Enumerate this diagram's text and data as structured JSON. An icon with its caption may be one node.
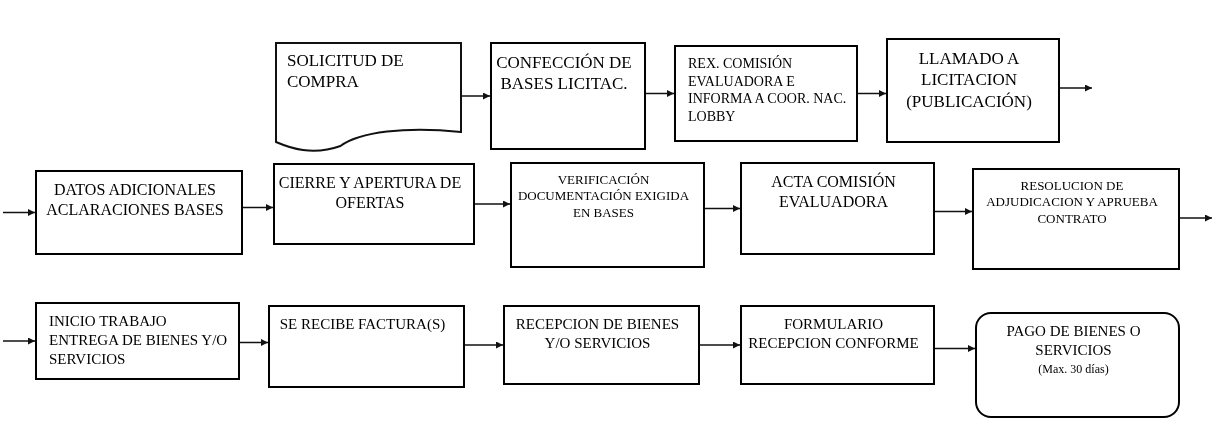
{
  "diagram": {
    "nodes": [
      {
        "text": [
          "SOLICITUD DE COMPRA"
        ]
      },
      {
        "text": [
          "CONFECCIÓN DE BASES LICITAC."
        ]
      },
      {
        "text": [
          "REX. COMISIÓN EVALUADORA E INFORMA A COOR. NAC. LOBBY"
        ]
      },
      {
        "text": [
          "LLAMADO A LICITACION (PUBLICACIÓN)"
        ]
      },
      {
        "text": [
          "DATOS ADICIONALES ACLARACIONES BASES"
        ]
      },
      {
        "text": [
          "CIERRE Y APERTURA DE OFERTAS"
        ]
      },
      {
        "text": [
          "VERIFICACIÓN DOCUMENTACIÓN EXIGIDA EN BASES"
        ]
      },
      {
        "text": [
          "ACTA COMISIÓN EVALUADORA"
        ]
      },
      {
        "text": [
          "RESOLUCION DE ADJUDICACION Y APRUEBA CONTRATO"
        ]
      },
      {
        "text": [
          "INICIO TRABAJO ENTREGA DE BIENES Y/O SERVICIOS"
        ]
      },
      {
        "text": [
          "SE RECIBE FACTURA(S)"
        ]
      },
      {
        "text": [
          "RECEPCION DE BIENES Y/O SERVICIOS"
        ]
      },
      {
        "text": [
          "FORMULARIO RECEPCION CONFORME"
        ]
      },
      {
        "text": [
          "PAGO DE BIENES O SERVICIOS",
          "(Max. 30 días)"
        ]
      }
    ],
    "edges": [
      {
        "from": 0,
        "to": 1,
        "arrow": "to"
      },
      {
        "from": 1,
        "to": 2,
        "arrow": "to"
      },
      {
        "from": 2,
        "to": 3,
        "arrow": "to"
      },
      {
        "from": 3,
        "to": null,
        "arrow": "to"
      },
      {
        "from": null,
        "to": 4,
        "arrow": "to"
      },
      {
        "from": 4,
        "to": 5,
        "arrow": "to"
      },
      {
        "from": 5,
        "to": 6,
        "arrow": "to"
      },
      {
        "from": 6,
        "to": 7,
        "arrow": "to"
      },
      {
        "from": 7,
        "to": 8,
        "arrow": "to"
      },
      {
        "from": 8,
        "to": null,
        "arrow": "to"
      },
      {
        "from": null,
        "to": 9,
        "arrow": "to"
      },
      {
        "from": 9,
        "to": 10,
        "arrow": "to"
      },
      {
        "from": 10,
        "to": 11,
        "arrow": "to"
      },
      {
        "from": 11,
        "to": 12,
        "arrow": "to"
      },
      {
        "from": 12,
        "to": 13,
        "arrow": "to"
      }
    ]
  }
}
